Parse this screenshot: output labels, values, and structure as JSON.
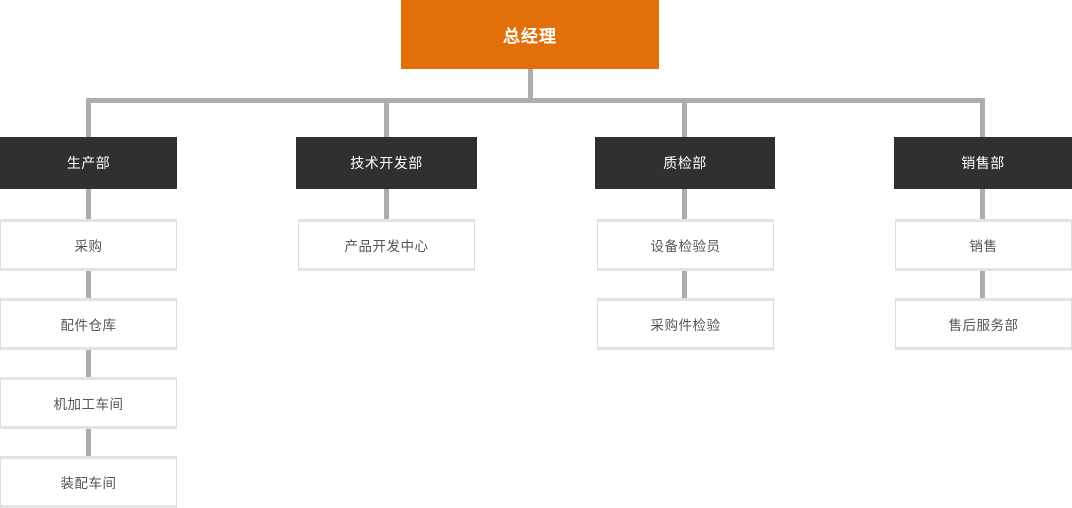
{
  "chart": {
    "type": "org-chart",
    "title": "",
    "root": {
      "label": "总经理",
      "level": 1,
      "color": "#e2700a",
      "text_color": "#ffffff"
    },
    "departments": [
      {
        "label": "生产部",
        "color": "#303030",
        "text_color": "#ffffff",
        "children": [
          {
            "label": "采购"
          },
          {
            "label": "配件仓库"
          },
          {
            "label": "机加工车间"
          },
          {
            "label": "装配车间"
          }
        ]
      },
      {
        "label": "技术开发部",
        "color": "#303030",
        "text_color": "#ffffff",
        "children": [
          {
            "label": "产品开发中心"
          }
        ]
      },
      {
        "label": "质检部",
        "color": "#303030",
        "text_color": "#ffffff",
        "children": [
          {
            "label": "设备检验员"
          },
          {
            "label": "采购件检验"
          }
        ]
      },
      {
        "label": "销售部",
        "color": "#303030",
        "text_color": "#ffffff",
        "children": [
          {
            "label": "销售"
          },
          {
            "label": "售后服务部"
          }
        ]
      }
    ],
    "connector_color": "#adadad",
    "sub_node_background": "#ffffff",
    "sub_node_border": "#dddddd",
    "sub_node_text_color": "#555555",
    "background": "#ffffff"
  }
}
